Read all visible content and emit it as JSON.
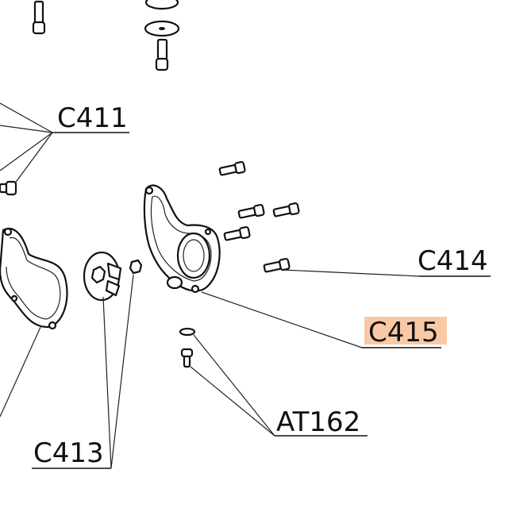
{
  "diagram": {
    "labels": {
      "c411": "C411",
      "c413": "C413",
      "c414": "C414",
      "c415": "C415",
      "at162": "AT162"
    },
    "highlighted": "C415",
    "highlight_color": "#f9c9a6"
  }
}
